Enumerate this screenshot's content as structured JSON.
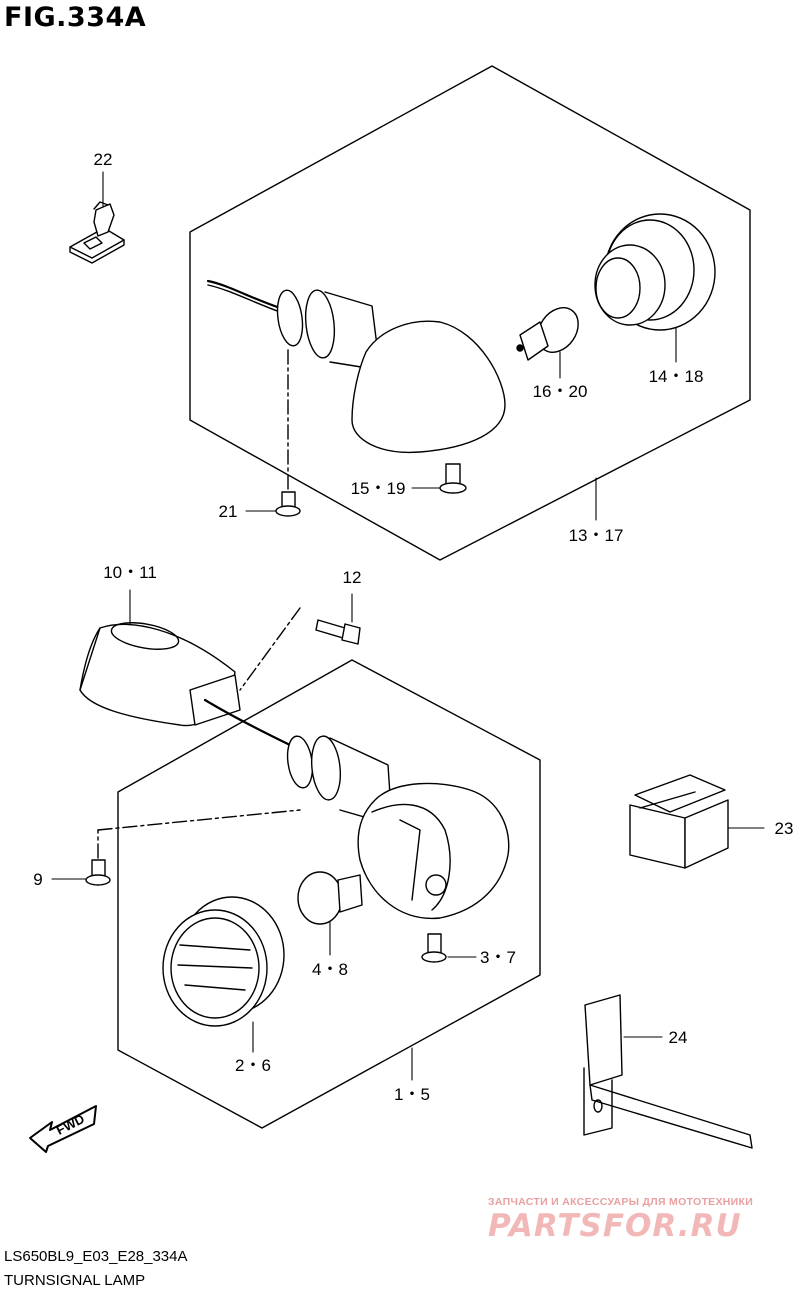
{
  "figure": {
    "title": "FIG.334A",
    "model_code": "LS650BL9_E03_E28_334A",
    "name": "TURNSIGNAL LAMP"
  },
  "callouts": {
    "c22": "22",
    "c14_18": "14・18",
    "c16_20": "16・20",
    "c15_19": "15・19",
    "c21": "21",
    "c13_17": "13・17",
    "c10_11": "10・11",
    "c12": "12",
    "c23": "23",
    "c9": "9",
    "c3_7": "3・7",
    "c4_8": "4・8",
    "c2_6": "2・6",
    "c24": "24",
    "c1_5": "1・5"
  },
  "fwd_label": "FWD",
  "watermark": {
    "subtitle": "ЗАПЧАСТИ И АКСЕССУАРЫ ДЛЯ МОТОТЕХНИКИ",
    "logo": "PARTSFOR.RU"
  }
}
